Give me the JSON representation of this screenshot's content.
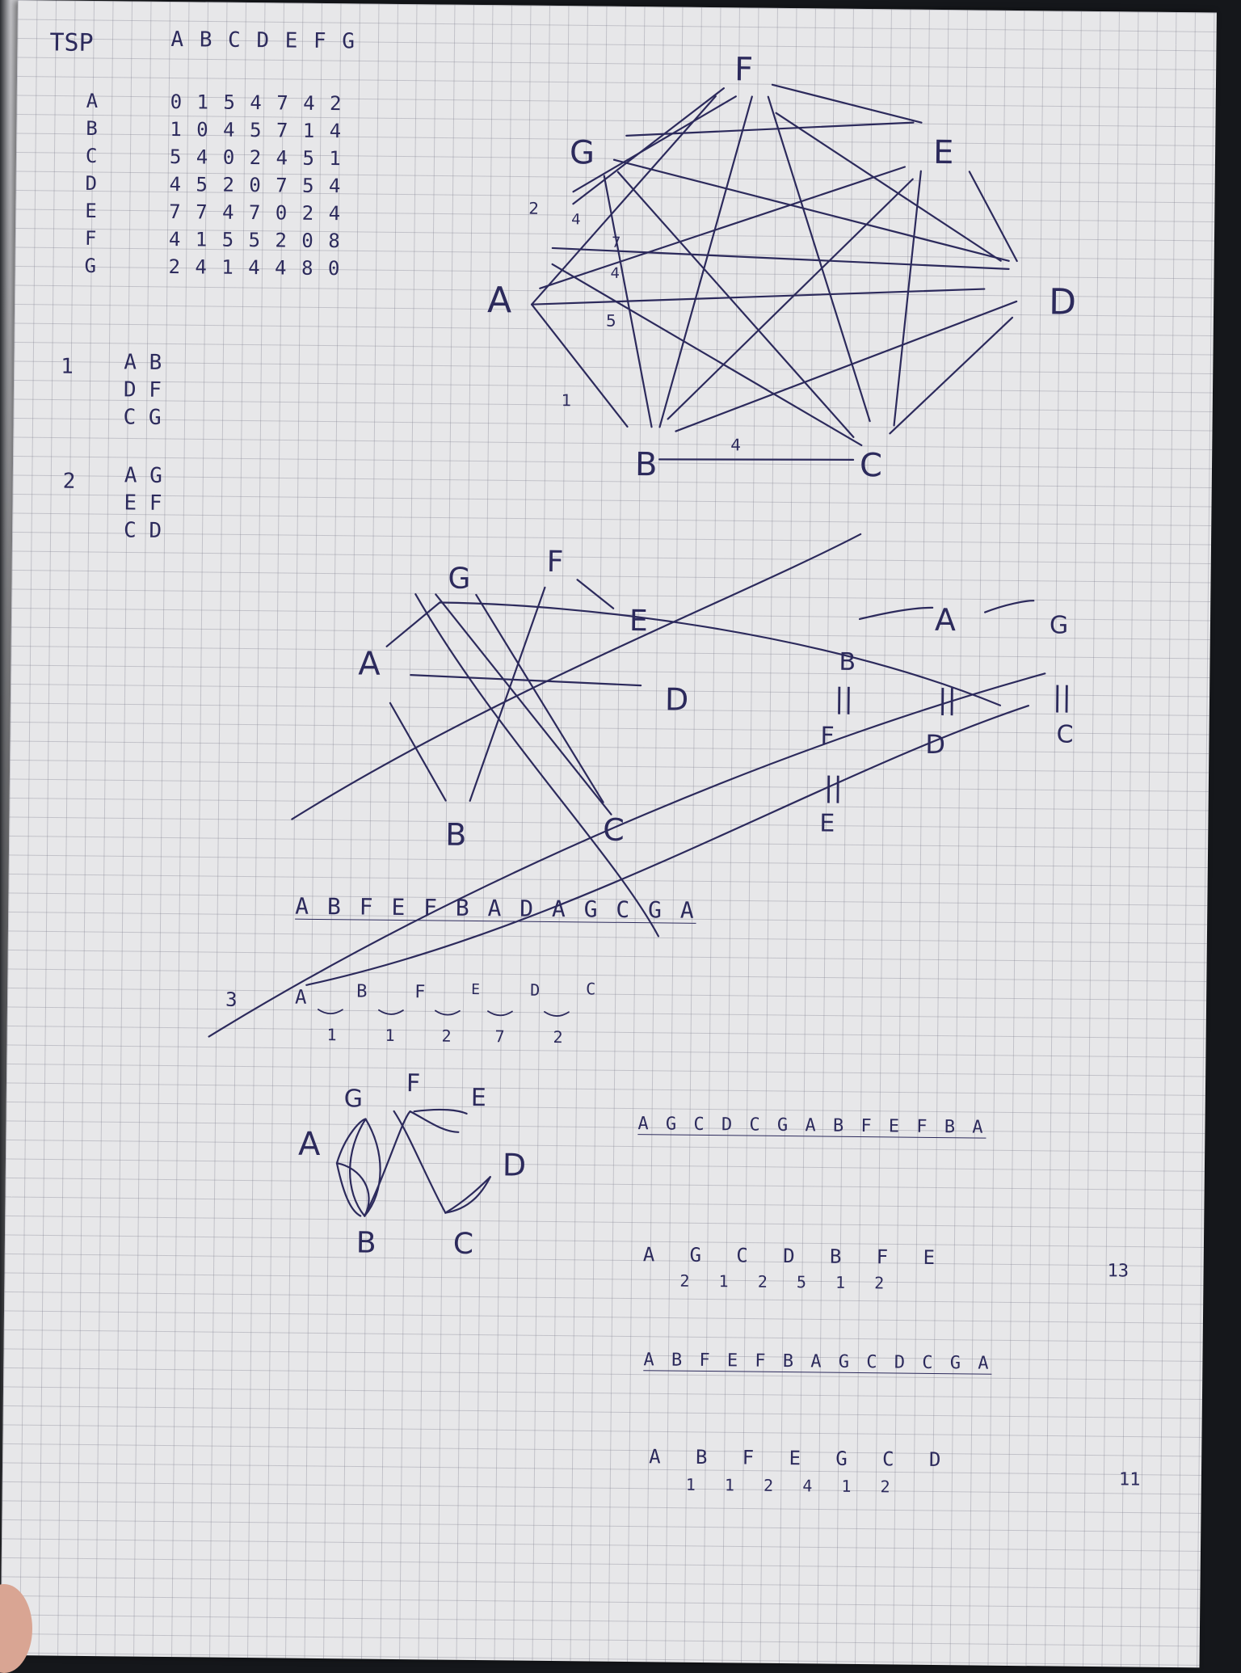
{
  "title": "TSP",
  "matrix": {
    "header": "A B C D E F G",
    "rows": [
      {
        "label": "A",
        "values": "0 1 5 4 7 4 2"
      },
      {
        "label": "B",
        "values": "1 0 4 5 7 1 4"
      },
      {
        "label": "C",
        "values": "5 4 0 2 4 5 1"
      },
      {
        "label": "D",
        "values": "4 5 2 0 7 5 4"
      },
      {
        "label": "E",
        "values": "7 7 4 7 0 2 4"
      },
      {
        "label": "F",
        "values": "4 1 5 5 2 0 8"
      },
      {
        "label": "G",
        "values": "2 4 1 4 4 8 0"
      }
    ]
  },
  "matchings": [
    {
      "number": "1",
      "pairs": [
        "A B",
        "D F",
        "C G"
      ]
    },
    {
      "number": "2",
      "pairs": [
        "A G",
        "E F",
        "C D"
      ]
    }
  ],
  "graph1": {
    "nodes": [
      "A",
      "B",
      "C",
      "D",
      "E",
      "F",
      "G"
    ],
    "edge_weights": [
      "2",
      "4",
      "7",
      "4",
      "5",
      "1",
      "4"
    ]
  },
  "graph2": {
    "nodes": [
      "A",
      "B",
      "C",
      "D",
      "E",
      "F",
      "G"
    ],
    "side_pairs": [
      "B",
      "F",
      "E",
      "A",
      "D",
      "G",
      "C"
    ],
    "eq_marks": [
      "||",
      "||",
      "||",
      "||"
    ]
  },
  "walk1": "A B F E F B A D A G C G A",
  "step3": {
    "number": "3",
    "path": [
      "A",
      "B",
      "F",
      "E",
      "D",
      "C"
    ],
    "weights": [
      "1",
      "1",
      "2",
      "7",
      "2"
    ]
  },
  "graph3": {
    "nodes": [
      "A",
      "B",
      "C",
      "D",
      "E",
      "F",
      "G"
    ]
  },
  "walk2": "A G C D C G A B F E F B A",
  "tour1": {
    "nodes": "A   G   C   D   B   F   E",
    "weights": "2   1   2   5   1   2",
    "total": "13"
  },
  "walk3": "A B F E F B A G C D C G A",
  "tour2": {
    "nodes": "A   B   F   E   G   C   D",
    "weights": "1   1   2   4   1   2",
    "total": "11"
  }
}
